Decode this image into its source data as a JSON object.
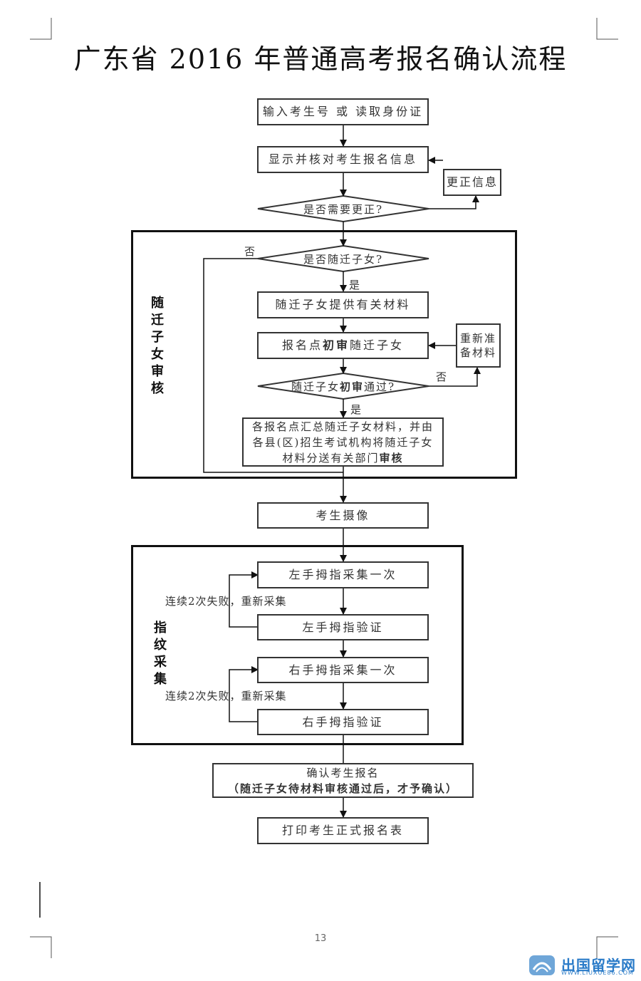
{
  "title": "广东省 2016 年普通高考报名确认流程",
  "steps": {
    "input": "输入考生号 或 读取身份证",
    "display": "显示并核对考生报名信息",
    "correct_info": "更正信息",
    "need_correct": "是否需要更正?",
    "is_migrant": "是否随迁子女?",
    "no1": "否",
    "yes1": "是",
    "provide_materials": "随迁子女提供有关材料",
    "initial_review_a": "报名点",
    "initial_review_b": "初审",
    "initial_review_c": "随迁子女",
    "reprepare_1": "重新准",
    "reprepare_2": "备材料",
    "passed_a": "随迁子女",
    "passed_b": "初审",
    "passed_c": "通过?",
    "no2": "否",
    "yes2": "是",
    "summary_1": "各报名点汇总随迁子女材料，并由",
    "summary_2": "各县(区)招生考试机构将随迁子女",
    "summary_3a": "材料分送有关部门",
    "summary_3b": "审核",
    "photo": "考生摄像",
    "left_collect": "左手拇指采集一次",
    "left_verify": "左手拇指验证",
    "retry_left": "连续2次失败，重新采集",
    "right_collect": "右手拇指采集一次",
    "right_verify": "右手拇指验证",
    "retry_right": "连续2次失败，重新采集",
    "confirm_1": "确认考生报名",
    "confirm_2": "（随迁子女待材料审核通过后，才予确认）",
    "print": "打印考生正式报名表"
  },
  "sections": {
    "migrant_review": "随迁子女审核",
    "fingerprint": "指纹采集"
  },
  "page_number": "13",
  "logo": {
    "name": "出国留学网",
    "url": "WWW.LIUXUE86.COM"
  }
}
